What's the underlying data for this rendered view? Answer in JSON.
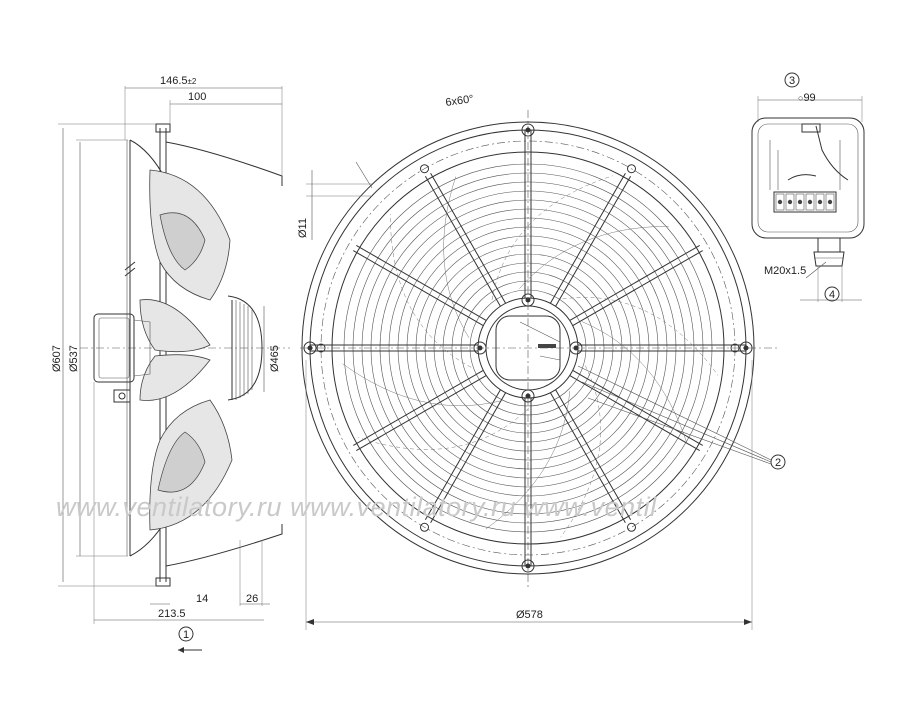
{
  "dimensions": {
    "depth_total": "146.5",
    "depth_tolerance": "±2",
    "depth_100": "100",
    "dia_607": "Ø607",
    "dia_537": "Ø537",
    "dia_465": "Ø465",
    "width_213": "213.5",
    "dim_14": "14",
    "dim_26": "26",
    "dia_11": "Ø11",
    "holes": "6x60°",
    "dia_578": "Ø578",
    "box_99": "99",
    "thread": "M20x1.5"
  },
  "callouts": {
    "c1": "1",
    "c2": "2",
    "c3": "3",
    "c4": "4"
  },
  "watermark": {
    "text": "www.ventilatory.ru   www.ventilatory.ru   www.ventil"
  },
  "colors": {
    "line": "#333333",
    "watermark": "#c9c9c9",
    "fill": "#e6e6e6"
  }
}
